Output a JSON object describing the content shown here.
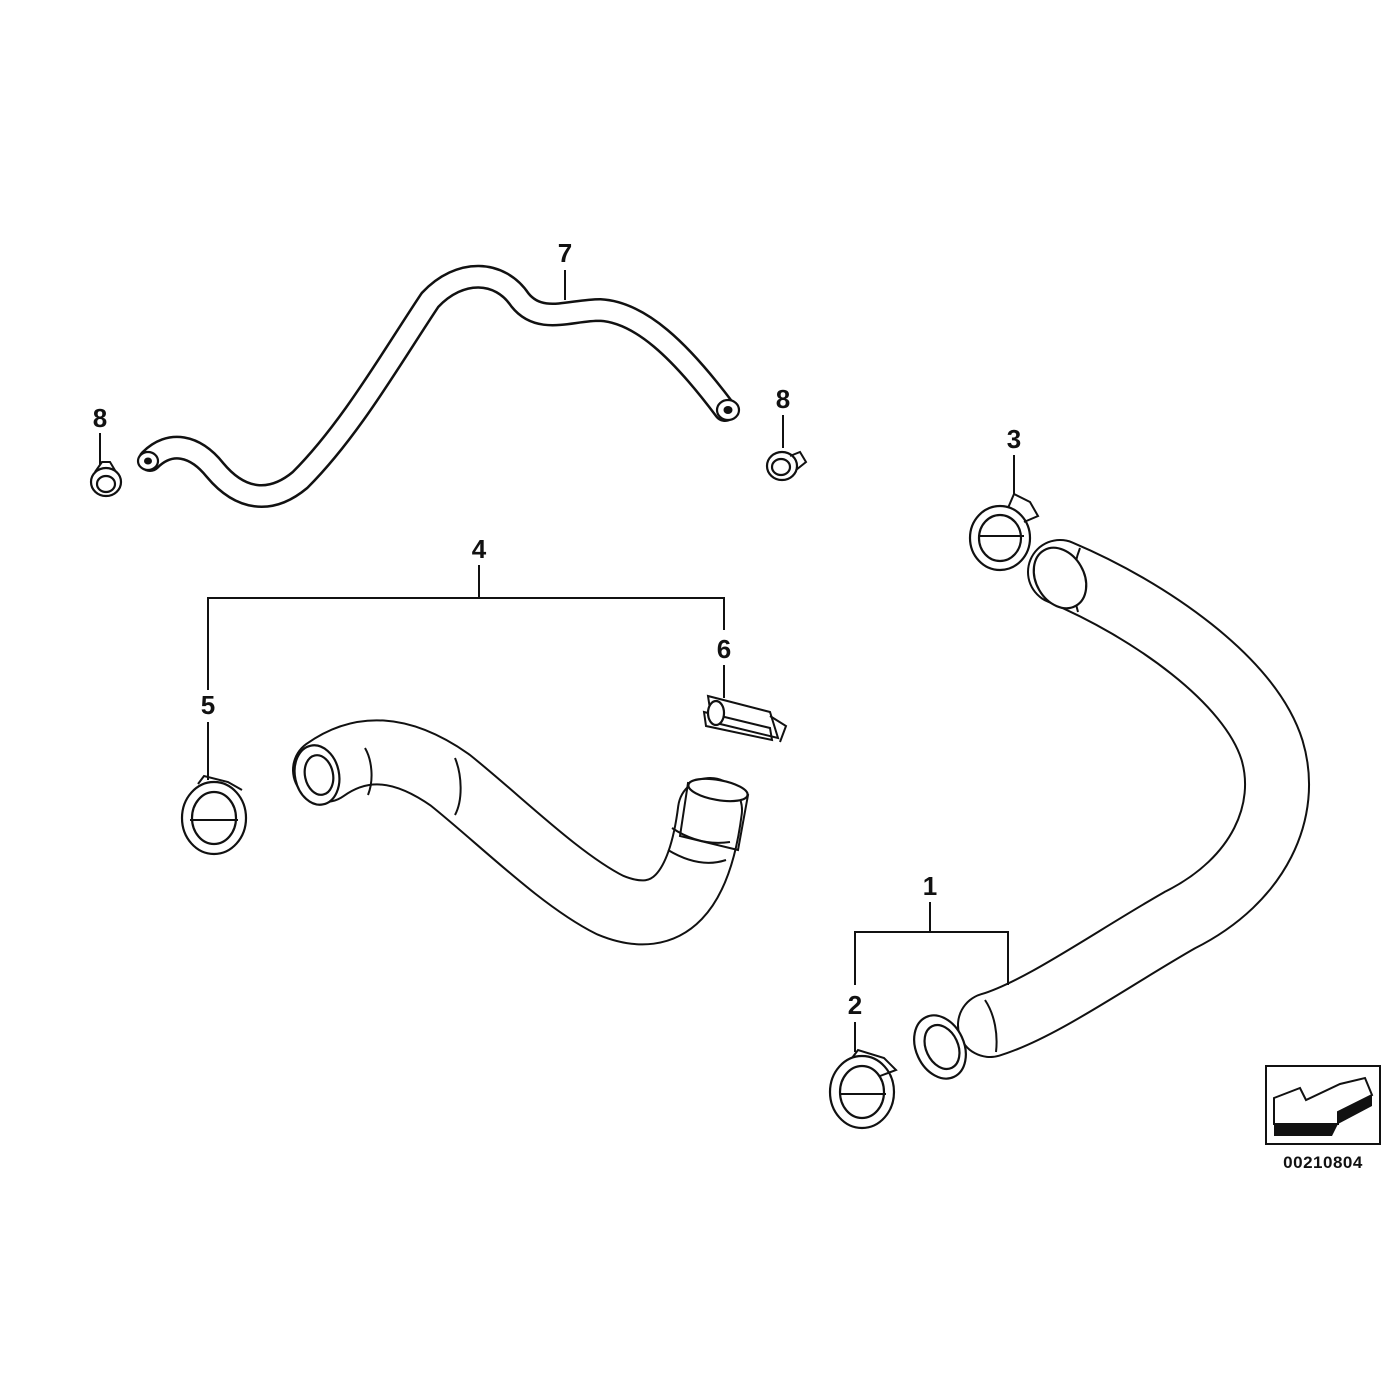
{
  "callouts": {
    "c1": "1",
    "c2": "2",
    "c3": "3",
    "c4": "4",
    "c5": "5",
    "c6": "6",
    "c7": "7",
    "c8a": "8",
    "c8b": "8"
  },
  "document_id": "00210804",
  "colors": {
    "ink": "#111111",
    "paper": "#ffffff"
  },
  "icons": {
    "orientation": "direction-arrow-icon"
  }
}
